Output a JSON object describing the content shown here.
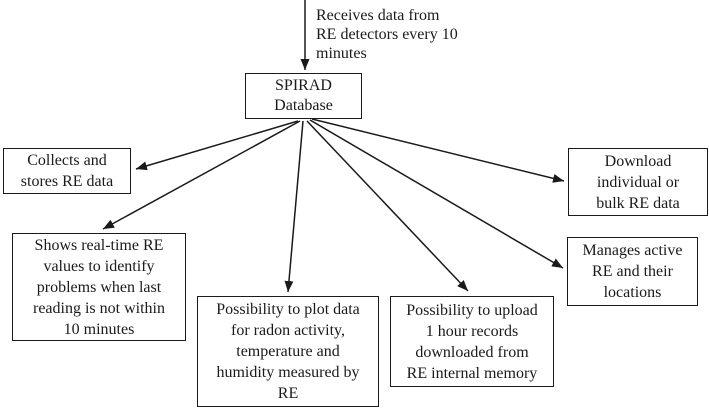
{
  "diagram": {
    "top_label": "Receives data from\nRE detectors every 10\nminutes",
    "center_node": "SPIRAD\nDatabase",
    "nodes": {
      "collects": "Collects and\nstores RE data",
      "realtime": "Shows real-time RE\nvalues to identify\nproblems when last\nreading is not within\n10 minutes",
      "plot": "Possibility to plot data\nfor radon activity,\ntemperature and\nhumidity measured by\nRE",
      "upload": "Possibility to upload\n1 hour records\ndownloaded from\nRE internal memory",
      "download": "Download\nindividual or\nbulk RE data",
      "manages": "Manages active\nRE and their\nlocations"
    },
    "colors": {
      "ink": "#1a1a1a",
      "background": "#ffffff"
    }
  }
}
